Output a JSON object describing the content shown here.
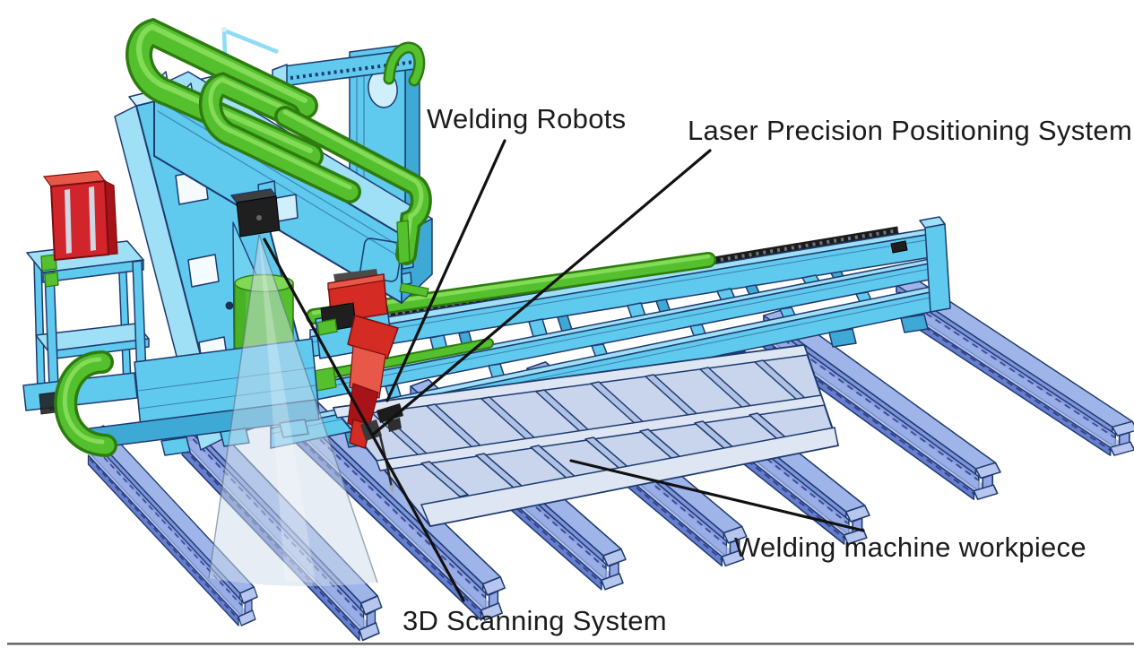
{
  "diagram": {
    "figure_type": "isometric CAD illustration of a gantry welding robot workstation",
    "background": "#FFFFFF",
    "labels": {
      "welding_robots": "Welding Robots",
      "laser_system": "Laser Precision Positioning System",
      "scanning_system": "3D Scanning System",
      "workpiece": "Welding machine workpiece"
    },
    "components": [
      "gantry-frame",
      "gantry-column",
      "gantry-boom",
      "z-axis-slide",
      "cable-carriers",
      "welding-robot",
      "welding-torch",
      "laser-precision-rail",
      "3d-scanner-camera",
      "scan-cone",
      "control-cabinet",
      "equipment-table",
      "wire-drum",
      "rail-track",
      "i-beam-workpieces",
      "stiffened-panel-workpiece"
    ],
    "colors": {
      "cyan": "#5FC9EE",
      "cyanLight": "#9FE0F6",
      "cyanDark": "#3FA9D6",
      "cyanPale": "#CFEFFB",
      "green": "#55C02E",
      "greenLight": "#83DB58",
      "greenDark": "#2E7C10",
      "red": "#D42B24",
      "redLight": "#E85848",
      "redDark": "#A81318",
      "beamTop": "#9FB4E9",
      "beamMid": "#7E95DC",
      "beamWeb": "#8BA0E2",
      "beamDark": "#667ECE",
      "beamEnd": "#B7C6EE",
      "panel": "#C8D5EC",
      "panelLight": "#DEE6F4",
      "panelRib": "#AFC2E4",
      "outline": "#1E3A6E",
      "rack": "#1B1B1B",
      "scanCone": "#CEDCEA",
      "leader": "#111111",
      "labelText": "#1B1B1B"
    }
  }
}
